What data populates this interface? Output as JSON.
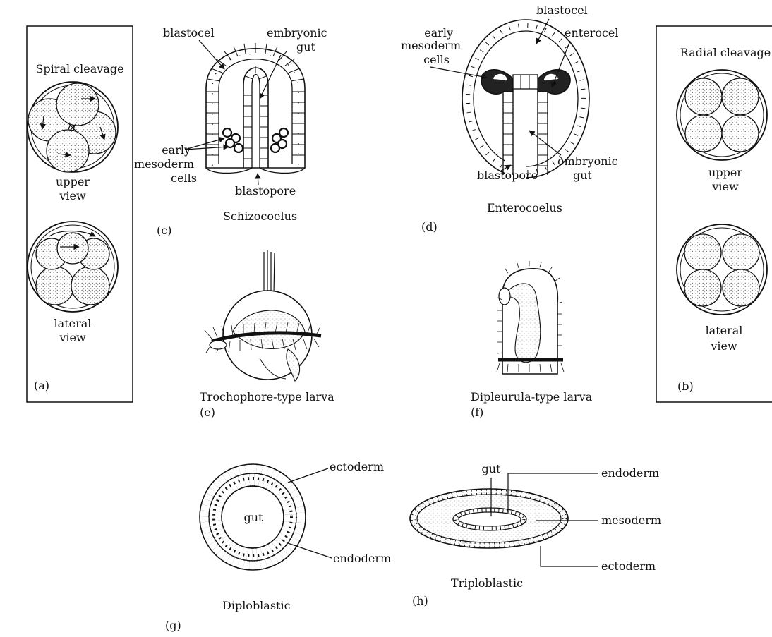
{
  "panel_a": {
    "title": "Spiral cleavage",
    "view1": [
      "upper",
      "view"
    ],
    "view2": [
      "lateral",
      "view"
    ],
    "letter": "(a)"
  },
  "panel_b": {
    "title": "Radial cleavage",
    "view1": [
      "upper",
      "view"
    ],
    "view2": [
      "lateral",
      "view"
    ],
    "letter": "(b)"
  },
  "panel_c": {
    "blastocel": "blastocel",
    "gut": [
      "embryonic",
      "gut"
    ],
    "mesoderm": [
      "early",
      "mesoderm",
      "cells"
    ],
    "blastopore": "blastopore",
    "caption": "Schizocoelus",
    "letter": "(c)"
  },
  "panel_d": {
    "blastocel": "blastocel",
    "mesoderm": [
      "early",
      "mesoderm",
      "cells"
    ],
    "enterocel": "enterocel",
    "gut": [
      "embryonic",
      "gut"
    ],
    "blastopore": "blastopore",
    "caption": "Enterocoelus",
    "letter": "(d)"
  },
  "panel_e": {
    "caption": "Trochophore-type larva",
    "letter": "(e)"
  },
  "panel_f": {
    "caption": "Dipleurula-type larva",
    "letter": "(f)"
  },
  "panel_g": {
    "ectoderm": "ectoderm",
    "gut": "gut",
    "endoderm": "endoderm",
    "caption": "Diploblastic",
    "letter": "(g)"
  },
  "panel_h": {
    "gut": "gut",
    "endoderm": "endoderm",
    "mesoderm": "mesoderm",
    "ectoderm": "ectoderm",
    "caption": "Triploblastic",
    "letter": "(h)"
  }
}
